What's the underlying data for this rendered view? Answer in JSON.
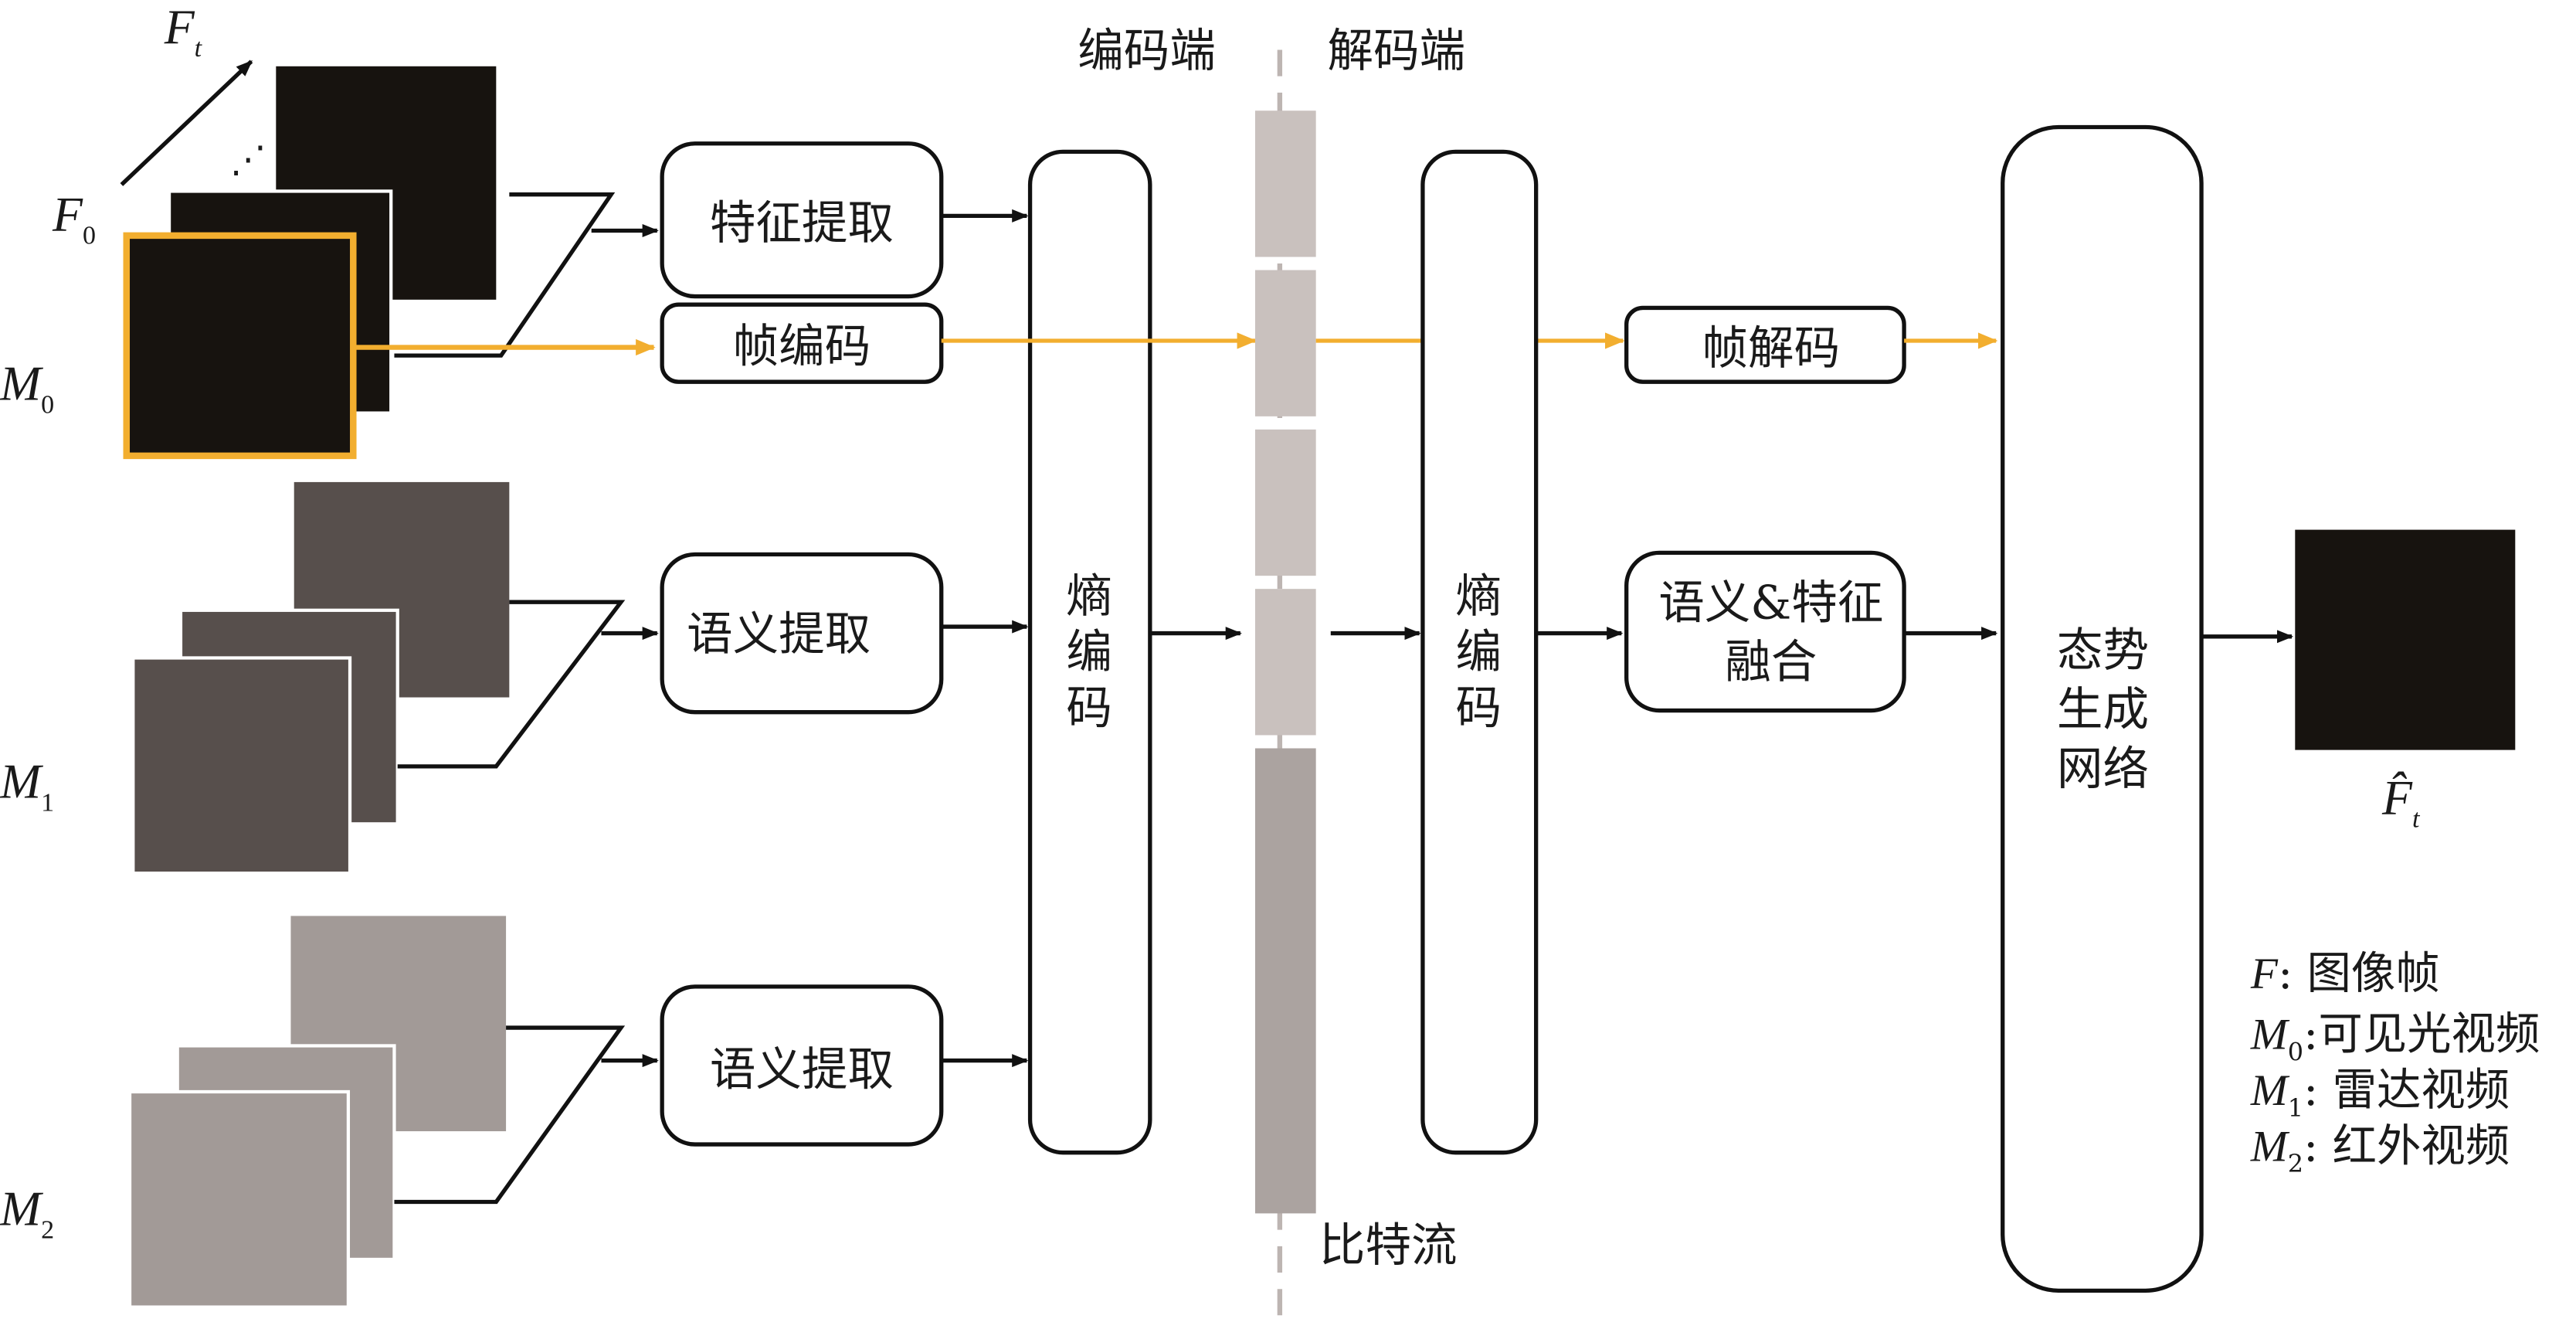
{
  "colors": {
    "accent": "#f2ae2f",
    "frame_dark": "#17130f",
    "frame_m1": "#574f4c",
    "frame_m2": "#a29a97",
    "bit_light": "#c9c1be",
    "bit_dark": "#aba3a0"
  },
  "header": {
    "encoder_side": "编码端",
    "decoder_side": "解码端"
  },
  "inputs": {
    "f_t": "F",
    "f_t_sub": "t",
    "f_0": "F",
    "f_0_sub": "0",
    "m0": "M",
    "m0_sub": "0",
    "m1": "M",
    "m1_sub": "1",
    "m2": "M",
    "m2_sub": "2",
    "dots": "⋰"
  },
  "encoder": {
    "feature_extract": "特征提取",
    "frame_encode": "帧编码",
    "semantic_extract_1": "语义提取",
    "semantic_extract_2": "语义提取",
    "entropy_encode": [
      "熵",
      "编",
      "码"
    ]
  },
  "bitstream": {
    "label": "比特流"
  },
  "decoder": {
    "entropy_decode": [
      "熵",
      "编",
      "码"
    ],
    "frame_decode": "帧解码",
    "fusion": [
      "语义&特征",
      "融合"
    ],
    "generation": [
      "态势",
      "生成",
      "网络"
    ]
  },
  "output": {
    "f_hat": "F̂",
    "f_hat_sub": "t"
  },
  "legend": [
    {
      "sym": "F",
      "sub": "",
      "text": ":  图像帧"
    },
    {
      "sym": "M",
      "sub": "0",
      "text": ":可见光视频"
    },
    {
      "sym": "M",
      "sub": "1",
      "text": ": 雷达视频"
    },
    {
      "sym": "M",
      "sub": "2",
      "text": ": 红外视频"
    }
  ]
}
